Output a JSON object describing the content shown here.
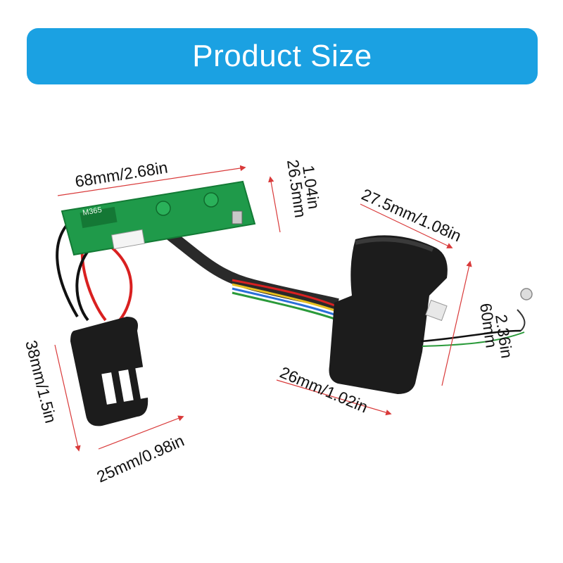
{
  "banner": {
    "title": "Product Size",
    "color": "#1ba1e2"
  },
  "board_label": "M365",
  "dimensions": {
    "board_length": "68mm/2.68in",
    "board_height_mm": "26.5mm",
    "board_height_in": "1.04in",
    "switch_width": "27.5mm/1.08in",
    "switch_height_mm": "60mm",
    "switch_height_in": "2.36in",
    "switch_depth": "26mm/1.02in",
    "connector_height": "38mm/1.5in",
    "connector_width": "25mm/0.98in"
  },
  "colors": {
    "pcb": "#1f9a4a",
    "housing": "#1c1c1c",
    "arrow": "#d93a3a",
    "wire_red": "#d92020",
    "wire_black": "#111111"
  }
}
